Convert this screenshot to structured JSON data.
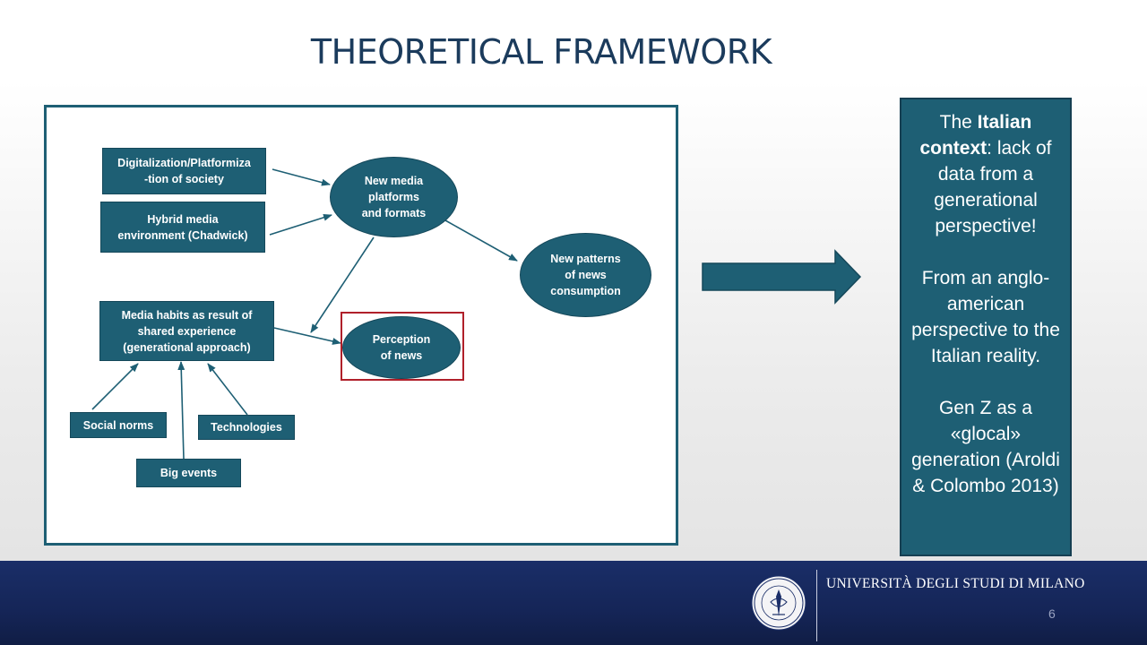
{
  "title": "THEORETICAL FRAMEWORK",
  "diagram": {
    "nodes": {
      "digitalization": "Digitalization/Platformiza\n-tion of society",
      "hybrid": "Hybrid media\nenvironment (Chadwick)",
      "new_media": "New media\nplatforms\nand formats",
      "new_patterns": "New patterns\nof news\nconsumption",
      "media_habits": "Media habits as result of\nshared experience\n(generational approach)",
      "perception": "Perception\nof news",
      "social_norms": "Social norms",
      "technologies": "Technologies",
      "big_events": "Big events"
    },
    "highlight_color": "#b0202a",
    "node_color": "#1e5f74"
  },
  "sidebar": {
    "p1_prefix": "The ",
    "p1_bold1": "Italian",
    "p1_bold2": "context",
    "p1_rest": ": lack of data from a generational perspective!",
    "p2": "From an anglo-american perspective to the Italian reality.",
    "p3": "Gen Z as a «glocal» generation (Aroldi & Colombo 2013)"
  },
  "footer": {
    "university": "UNIVERSITÀ DEGLI STUDI DI MILANO",
    "page_number": "6",
    "seal_icon": "university-seal-icon"
  }
}
